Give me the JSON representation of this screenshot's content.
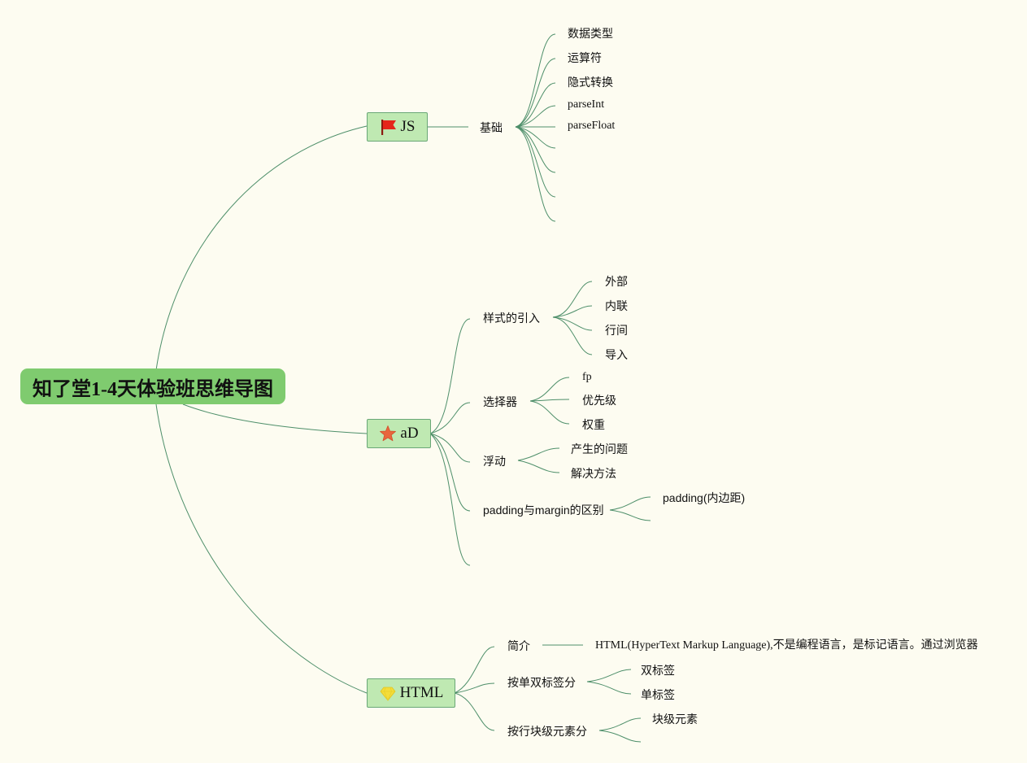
{
  "root": {
    "label": "知了堂1-4天体验班思维导图"
  },
  "js": {
    "label": "JS",
    "icon": "red-flag-icon",
    "basics": {
      "label": "基础",
      "items": [
        "数据类型",
        "运算符",
        "隐式转换",
        "parseInt",
        "parseFloat"
      ]
    }
  },
  "css": {
    "label": "aD",
    "icon": "orange-star-icon",
    "style_import": {
      "label": "样式的引入",
      "items": [
        "外部",
        "内联",
        "行间",
        "导入"
      ]
    },
    "selectors": {
      "label": "选择器",
      "items": [
        "fp",
        "优先级",
        "权重"
      ]
    },
    "float": {
      "label": "浮动",
      "items": [
        "产生的问题",
        "解决方法"
      ]
    },
    "box": {
      "label": "padding与margin的区别",
      "items": [
        "padding(内边距)"
      ]
    }
  },
  "html": {
    "label": "HTML",
    "icon": "yellow-gem-icon",
    "intro": {
      "label": "简介",
      "text": "HTML(HyperText Markup Language),不是编程语言，是标记语言。通过浏览器"
    },
    "tag_pairs": {
      "label": "按单双标签分",
      "items": [
        "双标签",
        "单标签"
      ]
    },
    "block_inline": {
      "label": "按行块级元素分",
      "items": [
        "块级元素"
      ]
    }
  },
  "colors": {
    "background": "#fdfcf1",
    "root_fill": "#7fcb6f",
    "node_fill": "#bfe9b2",
    "node_border": "#6aa777",
    "connector": "#4e8f6a"
  }
}
